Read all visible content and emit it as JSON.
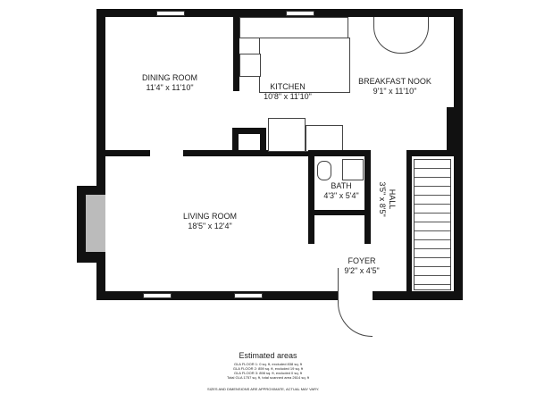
{
  "rooms": [
    {
      "name": "DINING ROOM",
      "size": "11'4\" x 11'10\""
    },
    {
      "name": "KITCHEN",
      "size": "10'8\" x 11'10\""
    },
    {
      "name": "BREAKFAST NOOK",
      "size": "9'1\" x 11'10\""
    },
    {
      "name": "LIVING ROOM",
      "size": "18'5\" x 12'4\""
    },
    {
      "name": "BATH",
      "size": "4'3\" x 5'4\""
    },
    {
      "name": "HALL",
      "size": "3'5\" x 8'5\""
    },
    {
      "name": "FOYER",
      "size": "9'2\" x 4'5\""
    }
  ],
  "areas": {
    "title": "Estimated areas",
    "lines": [
      "GLA FLOOR 1: 0 sq. ft, excluded 838 sq. ft",
      "GLA FLOOR 2: 859 sq. ft, excluded 19 sq. ft",
      "GLA FLOOR 3: 898 sq. ft, excluded 0 sq. ft",
      "Total GLA 1757 sq. ft, total scanned area 2614 sq. ft"
    ],
    "disclaimer": "SIZES AND DIMENSIONS ARE APPROXIMATE, ACTUAL MAY VARY."
  }
}
